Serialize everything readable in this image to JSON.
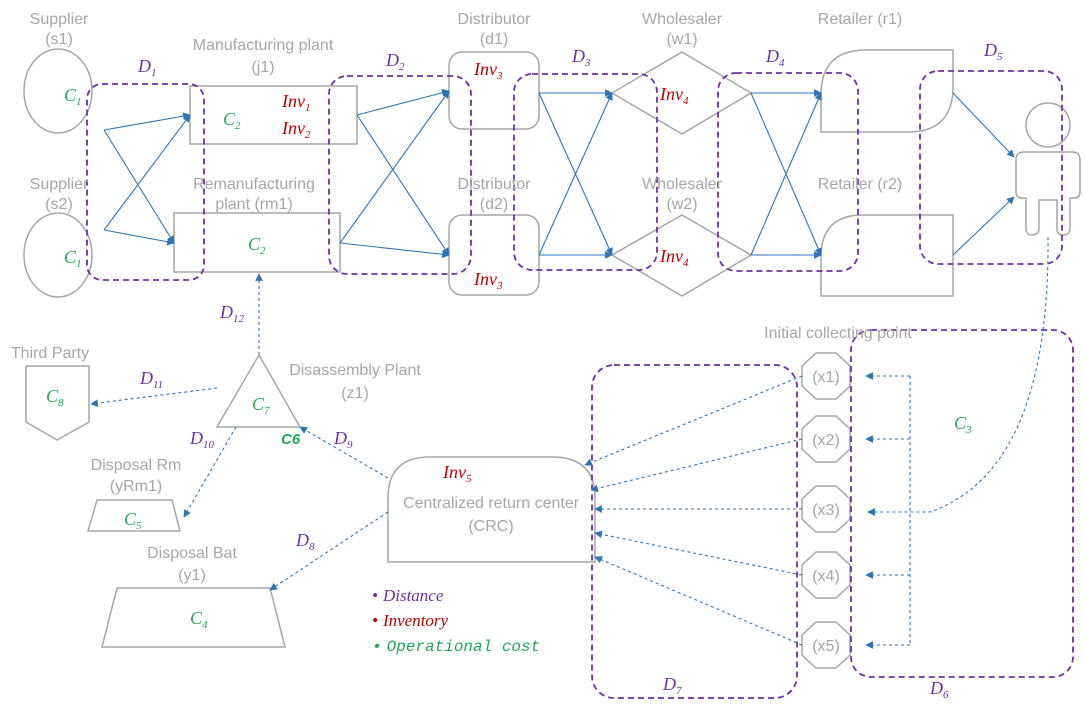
{
  "nodes": {
    "supplier_s1": {
      "line1": "Supplier",
      "line2": "(s1)",
      "cost": "C",
      "cost_sub": "1"
    },
    "supplier_s2": {
      "line1": "Supplier",
      "line2": "(s2)",
      "cost": "C",
      "cost_sub": "1"
    },
    "manufacturing": {
      "line1": "Manufacturing plant",
      "line2": "(j1)",
      "cost": "C",
      "cost_sub": "2",
      "inv_a": "Inv",
      "inv_a_sub": "1",
      "inv_b": "Inv",
      "inv_b_sub": "2"
    },
    "remanufacturing": {
      "line1": "Remanufacturing",
      "line2": "plant (rm1)",
      "cost": "C",
      "cost_sub": "2"
    },
    "distributor_d1": {
      "line1": "Distributor",
      "line2": "(d1)",
      "inv": "Inv",
      "inv_sub": "3"
    },
    "distributor_d2": {
      "line1": "Distributor",
      "line2": "(d2)",
      "inv": "Inv",
      "inv_sub": "3"
    },
    "wholesaler_w1": {
      "line1": "Wholesaler",
      "line2": "(w1)",
      "inv": "Inv",
      "inv_sub": "4"
    },
    "wholesaler_w2": {
      "line1": "Wholesaler",
      "line2": "(w2)",
      "inv": "Inv",
      "inv_sub": "4"
    },
    "retailer_r1": {
      "label": "Retailer (r1)"
    },
    "retailer_r2": {
      "label": "Retailer (r2)"
    },
    "collecting": {
      "title": "Initial collecting point",
      "points": [
        "(x1)",
        "(x2)",
        "(x3)",
        "(x4)",
        "(x5)"
      ],
      "cost": "C",
      "cost_sub": "3"
    },
    "crc": {
      "line1": "Centralized return center",
      "line2": "(CRC)",
      "inv": "Inv",
      "inv_sub": "5"
    },
    "disassembly": {
      "line1": "Disassembly Plant",
      "line2": "(z1)",
      "cost": "C",
      "cost_sub": "7",
      "extra": "C6"
    },
    "third_party": {
      "label": "Third Party",
      "cost": "C",
      "cost_sub": "8"
    },
    "disposal_rm": {
      "line1": "Disposal Rm",
      "line2": "(yRm1)",
      "cost": "C",
      "cost_sub": "5"
    },
    "disposal_bat": {
      "line1": "Disposal Bat",
      "line2": "(y1)",
      "cost": "C",
      "cost_sub": "4"
    }
  },
  "distances": {
    "d1": {
      "t": "D",
      "s": "1"
    },
    "d2": {
      "t": "D",
      "s": "2"
    },
    "d3": {
      "t": "D",
      "s": "3"
    },
    "d4": {
      "t": "D",
      "s": "4"
    },
    "d5": {
      "t": "D",
      "s": "5"
    },
    "d6": {
      "t": "D",
      "s": "6"
    },
    "d7": {
      "t": "D",
      "s": "7"
    },
    "d8": {
      "t": "D",
      "s": "8"
    },
    "d9": {
      "t": "D",
      "s": "9"
    },
    "d10": {
      "t": "D",
      "s": "10"
    },
    "d11": {
      "t": "D",
      "s": "11"
    },
    "d12": {
      "t": "D",
      "s": "12"
    }
  },
  "legend": {
    "bullet": "•",
    "distance": "Distance",
    "inventory": "Inventory",
    "operational": "Operational cost"
  },
  "colors": {
    "distance": "#7030a0",
    "inventory": "#c00000",
    "cost": "#21a95b",
    "arrow": "#2e75b6",
    "shape": "#a6a6a6"
  }
}
